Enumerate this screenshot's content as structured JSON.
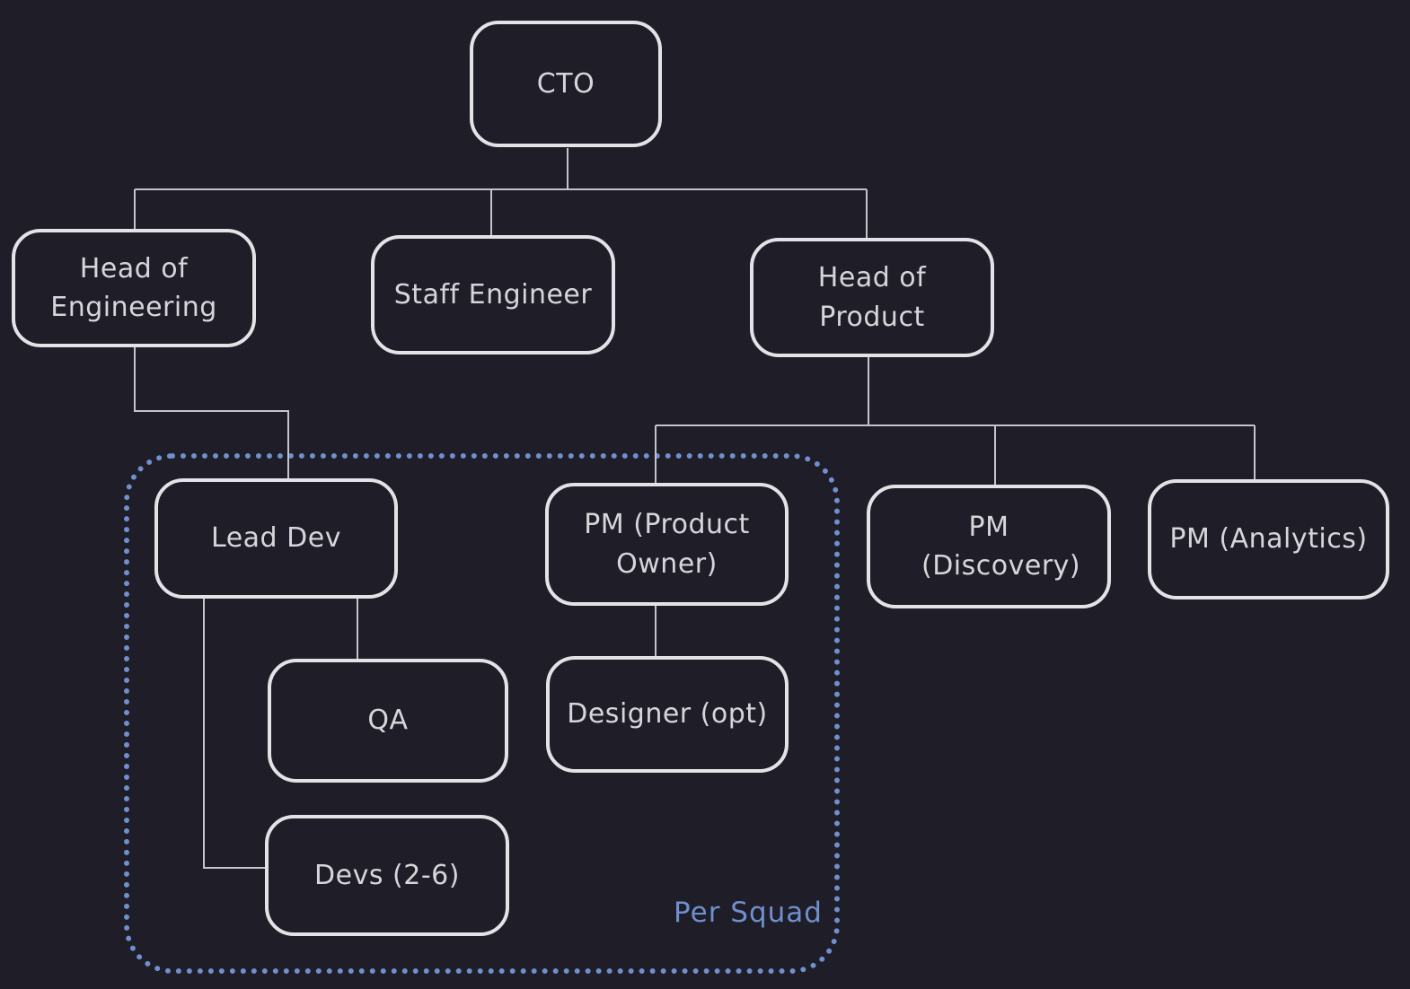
{
  "canvas": {
    "background": "#1e1d28",
    "shape_stroke": "#e3e3e7",
    "text_color": "#d6d6da",
    "connector_color": "#c4c4c9",
    "accent_blue": "#6f8fcd"
  },
  "nodes": {
    "cto": {
      "label": "CTO"
    },
    "head_engineering": {
      "label": "Head of Engineering"
    },
    "staff_engineer": {
      "label": "Staff Engineer"
    },
    "head_product": {
      "label": "Head of Product"
    },
    "lead_dev": {
      "label": "Lead Dev"
    },
    "pm_product_owner": {
      "label": "PM (Product Owner)"
    },
    "pm_discovery": {
      "label": "PM (Discovery)"
    },
    "pm_analytics": {
      "label": "PM (Analytics)"
    },
    "qa": {
      "label": "QA"
    },
    "designer": {
      "label": "Designer (opt)"
    },
    "devs": {
      "label": "Devs (2-6)"
    }
  },
  "group": {
    "label": "Per Squad"
  },
  "edges": [
    {
      "from": "cto",
      "to": "head_engineering"
    },
    {
      "from": "cto",
      "to": "staff_engineer"
    },
    {
      "from": "cto",
      "to": "head_product"
    },
    {
      "from": "head_engineering",
      "to": "lead_dev"
    },
    {
      "from": "head_product",
      "to": "pm_product_owner"
    },
    {
      "from": "head_product",
      "to": "pm_discovery"
    },
    {
      "from": "head_product",
      "to": "pm_analytics"
    },
    {
      "from": "lead_dev",
      "to": "qa"
    },
    {
      "from": "lead_dev",
      "to": "devs"
    },
    {
      "from": "pm_product_owner",
      "to": "designer"
    }
  ]
}
